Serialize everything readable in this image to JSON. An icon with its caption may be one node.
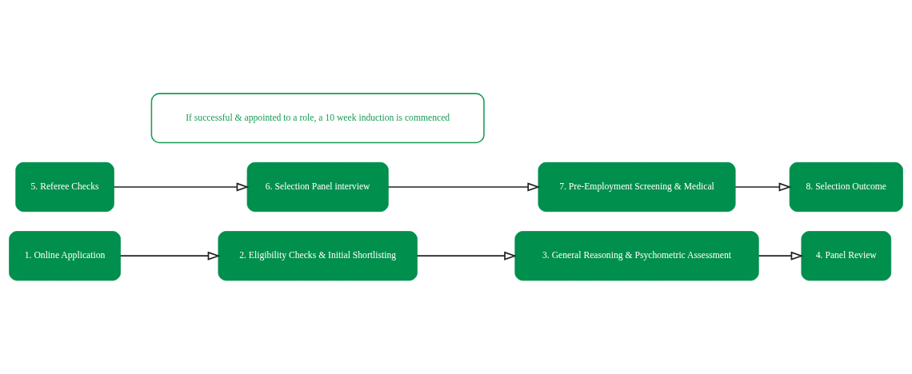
{
  "diagram": {
    "nodes": [
      {
        "text": [
          "1. Online Application"
        ]
      },
      {
        "text": [
          "2. Eligibility Checks & Initial Shortlisting"
        ]
      },
      {
        "text": [
          "3. General Reasoning & Psychometric Assessment"
        ]
      },
      {
        "text": [
          "4. Panel Review"
        ]
      },
      {
        "text": [
          "5. Referee Checks"
        ]
      },
      {
        "text": [
          "6. Selection Panel interview"
        ]
      },
      {
        "text": [
          "7. Pre-Employment Screening & Medical"
        ]
      },
      {
        "text": [
          "8. Selection Outcome"
        ]
      },
      {
        "text": [
          "If successful & appointed to a role, a 10 week induction is commenced"
        ]
      }
    ],
    "edges": [
      {
        "from": 0,
        "to": 1,
        "arrow": "to"
      },
      {
        "from": 1,
        "to": 2,
        "arrow": "to"
      },
      {
        "from": 2,
        "to": 3,
        "arrow": "to"
      },
      {
        "from": 4,
        "to": 5,
        "arrow": "to"
      },
      {
        "from": 5,
        "to": 6,
        "arrow": "to"
      },
      {
        "from": 6,
        "to": 7,
        "arrow": "to"
      }
    ]
  }
}
